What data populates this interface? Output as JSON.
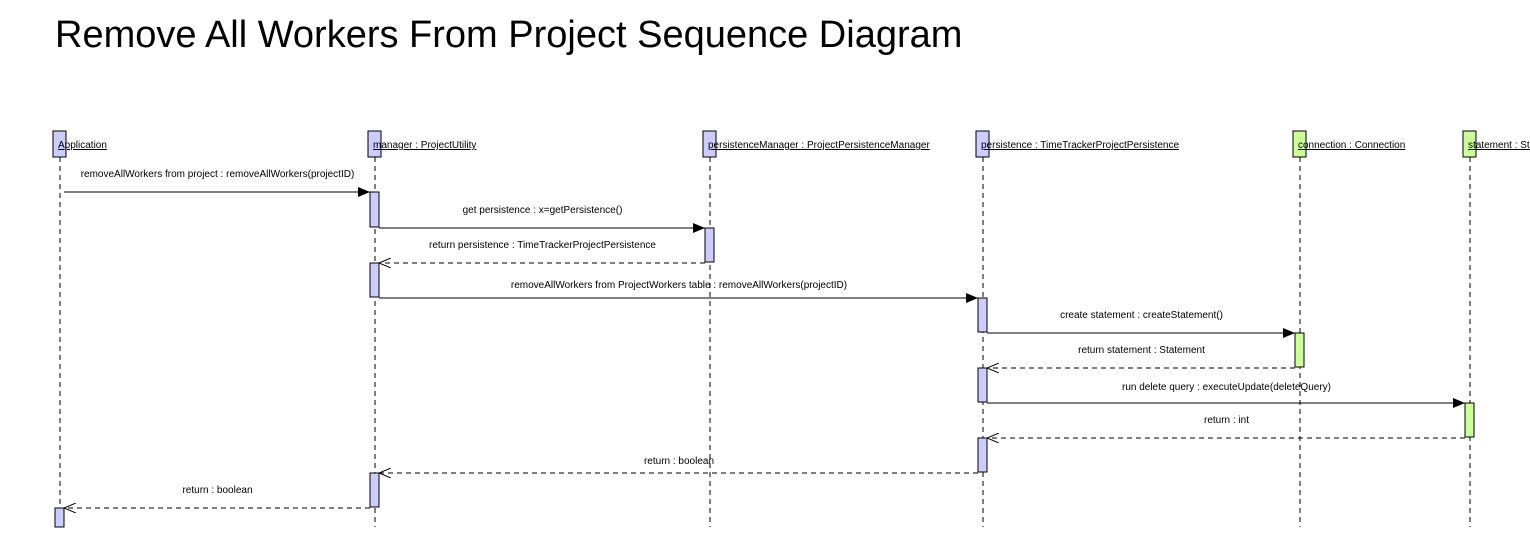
{
  "title": "Remove All Workers From Project Sequence Diagram",
  "colors": {
    "activation_blue": "#ccccff",
    "activation_green": "#ccff99",
    "border": "#000000"
  },
  "participants": [
    {
      "label": "Application",
      "style": "blue"
    },
    {
      "label": "manager : ProjectUtility",
      "style": "blue"
    },
    {
      "label": "persistenceManager : ProjectPersistenceManager",
      "style": "blue"
    },
    {
      "label": "persistence : TimeTrackerProjectPersistence",
      "style": "blue"
    },
    {
      "label": "connection : Connection",
      "style": "green"
    },
    {
      "label": "statement : Statement",
      "style": "green"
    }
  ],
  "messages": [
    {
      "label": "removeAllWorkers from project : removeAllWorkers(projectID)",
      "from": 0,
      "to": 1,
      "kind": "call"
    },
    {
      "label": "get persistence : x=getPersistence()",
      "from": 1,
      "to": 2,
      "kind": "call"
    },
    {
      "label": "return persistence : TimeTrackerProjectPersistence",
      "from": 2,
      "to": 1,
      "kind": "return"
    },
    {
      "label": "removeAllWorkers from ProjectWorkers table : removeAllWorkers(projectID)",
      "from": 1,
      "to": 3,
      "kind": "call"
    },
    {
      "label": "create statement : createStatement()",
      "from": 3,
      "to": 4,
      "kind": "call"
    },
    {
      "label": "return statement : Statement",
      "from": 4,
      "to": 3,
      "kind": "return"
    },
    {
      "label": "run delete query : executeUpdate(deleteQuery)",
      "from": 3,
      "to": 5,
      "kind": "call"
    },
    {
      "label": "return : int",
      "from": 5,
      "to": 3,
      "kind": "return"
    },
    {
      "label": "return : boolean",
      "from": 3,
      "to": 1,
      "kind": "return"
    },
    {
      "label": "return : boolean",
      "from": 1,
      "to": 0,
      "kind": "return"
    }
  ]
}
